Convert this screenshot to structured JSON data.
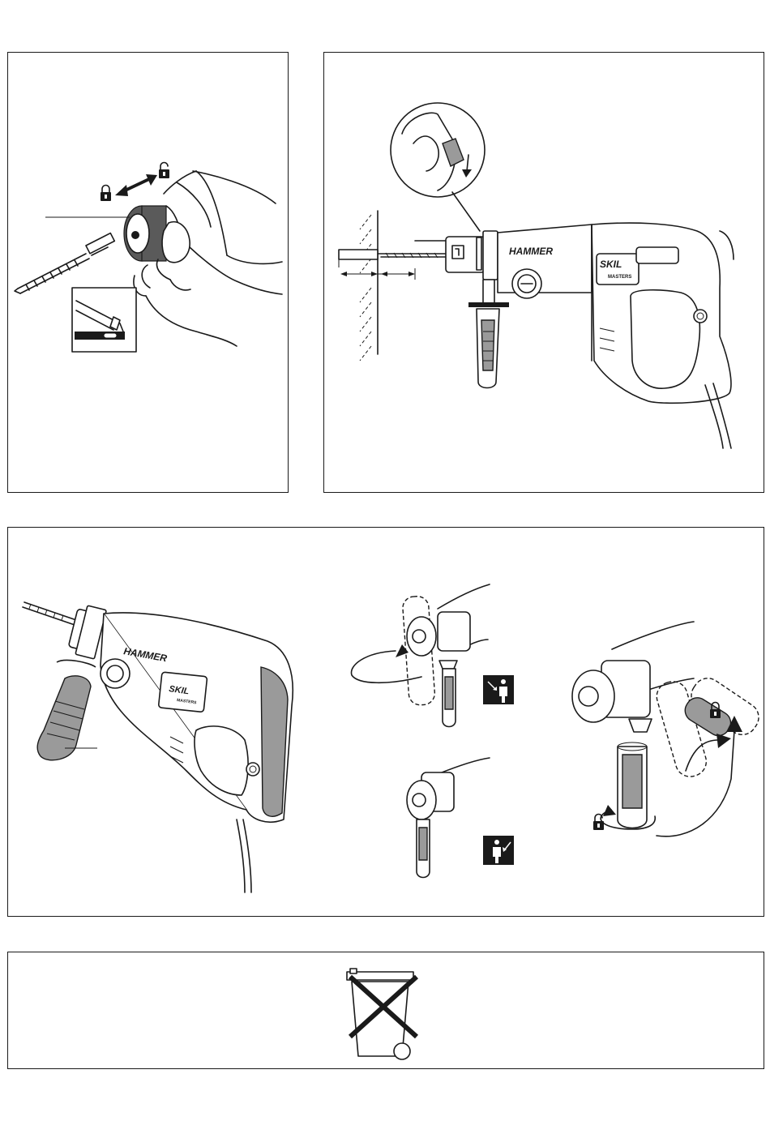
{
  "brand": {
    "hammer_label": "HAMMER",
    "skil_label": "SKIL",
    "masters_label": "MASTERS"
  },
  "colors": {
    "line": "#1a1a1a",
    "grip": "#9a9a9a"
  },
  "icons": {
    "lock": "lock-closed-icon",
    "unlock": "lock-open-icon",
    "person_out": "person-arrow-out-icon",
    "person_in": "person-arrow-in-icon",
    "weee": "crossed-out-wheelie-bin-icon"
  }
}
